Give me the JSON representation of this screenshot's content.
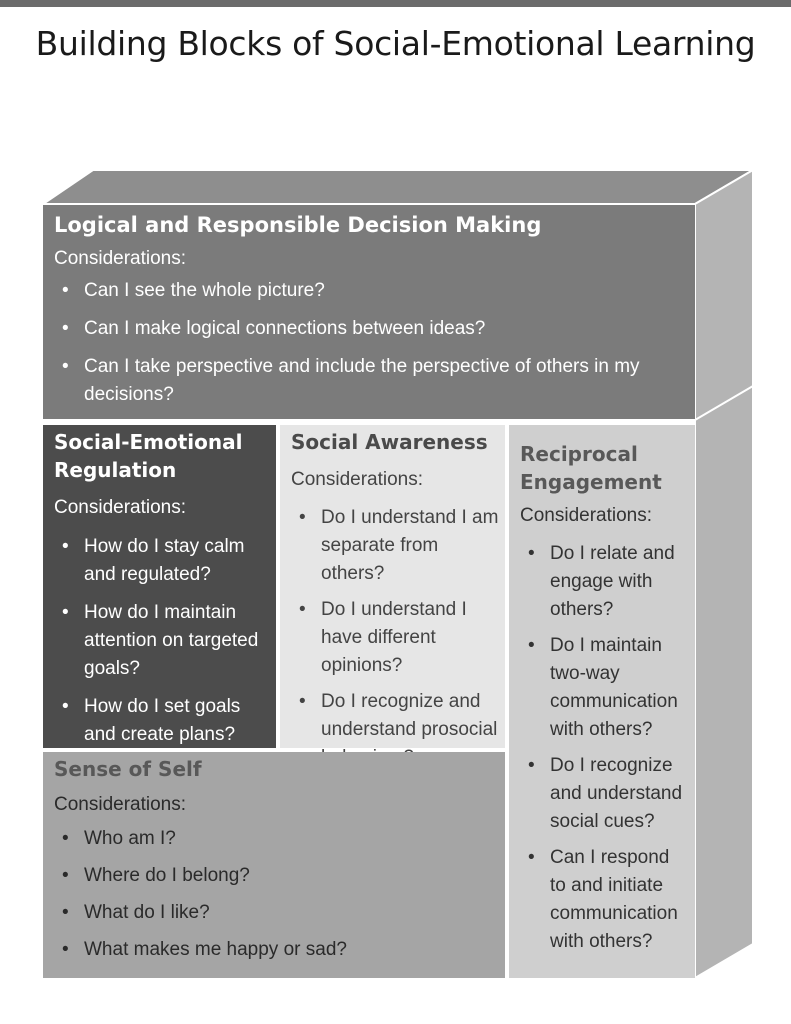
{
  "title": "Building Blocks of Social-Emotional Learning",
  "considerations_label": "Considerations:",
  "blocks": {
    "logical": {
      "heading": "Logical and Responsible Decision Making",
      "items": [
        "Can I see the whole picture?",
        "Can I make logical connections between ideas?",
        "Can I take perspective and include the perspective of others in my decisions?"
      ]
    },
    "regulation": {
      "heading": "Social-Emotional Regulation",
      "items": [
        "How do I stay calm and regulated?",
        "How do I maintain attention on targeted goals?",
        "How do I set goals and create plans?"
      ]
    },
    "awareness": {
      "heading": "Social Awareness",
      "items": [
        "Do I understand I am separate from others?",
        "Do I understand I have different opinions?",
        "Do I recognize and understand prosocial behaviors?"
      ]
    },
    "reciprocal": {
      "heading": "Reciprocal Engagement",
      "items": [
        "Do I relate and engage with others?",
        "Do I maintain two-way communication with others?",
        "Do I recognize and understand social cues?",
        "Can I respond to and initiate communication with others?"
      ]
    },
    "self": {
      "heading": "Sense of Self",
      "items": [
        "Who am I?",
        "Where do I belong?",
        "What do I like?",
        "What makes me happy or sad?"
      ]
    }
  },
  "colors": {
    "logical": "#7b7b7b",
    "regulation": "#4c4c4c",
    "awareness": "#e6e6e6",
    "reciprocal": "#cfcfcf",
    "self": "#a5a5a5",
    "cube_top": "#8e8e8e",
    "cube_side": "#b4b4b4"
  }
}
